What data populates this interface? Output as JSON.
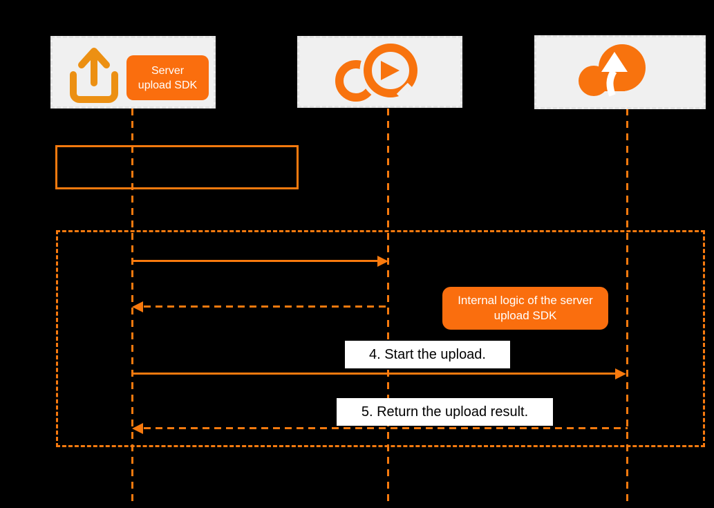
{
  "colors": {
    "background": "#000000",
    "line_orange": "#F87A0E",
    "fill_orange": "#FA6E0E",
    "icon_amber": "#EC9013",
    "icon_orange": "#F8730E",
    "actor_box_fill": "#F0F0F0",
    "actor_box_border": "#E3E3E3",
    "label_bg": "#FFFFFF",
    "label_text": "#000000"
  },
  "actors": [
    {
      "id": "server-upload-sdk",
      "icon": "upload-tray-icon",
      "badge": "Server upload SDK"
    },
    {
      "id": "apsaravideo-vod",
      "icon": "cloud-play-icon"
    },
    {
      "id": "cloud-storage",
      "icon": "cloud-upload-arrow-icon"
    }
  ],
  "note": {
    "text": "Internal logic of the server upload SDK"
  },
  "messages": [
    {
      "label": "",
      "from": "server-upload-sdk",
      "to": "apsaravideo-vod",
      "style": "solid"
    },
    {
      "label": "",
      "from": "apsaravideo-vod",
      "to": "server-upload-sdk",
      "style": "dashed"
    },
    {
      "label": "4. Start the upload.",
      "from": "server-upload-sdk",
      "to": "cloud-storage",
      "style": "solid"
    },
    {
      "label": "5. Return the upload result.",
      "from": "cloud-storage",
      "to": "server-upload-sdk",
      "style": "dashed"
    }
  ]
}
